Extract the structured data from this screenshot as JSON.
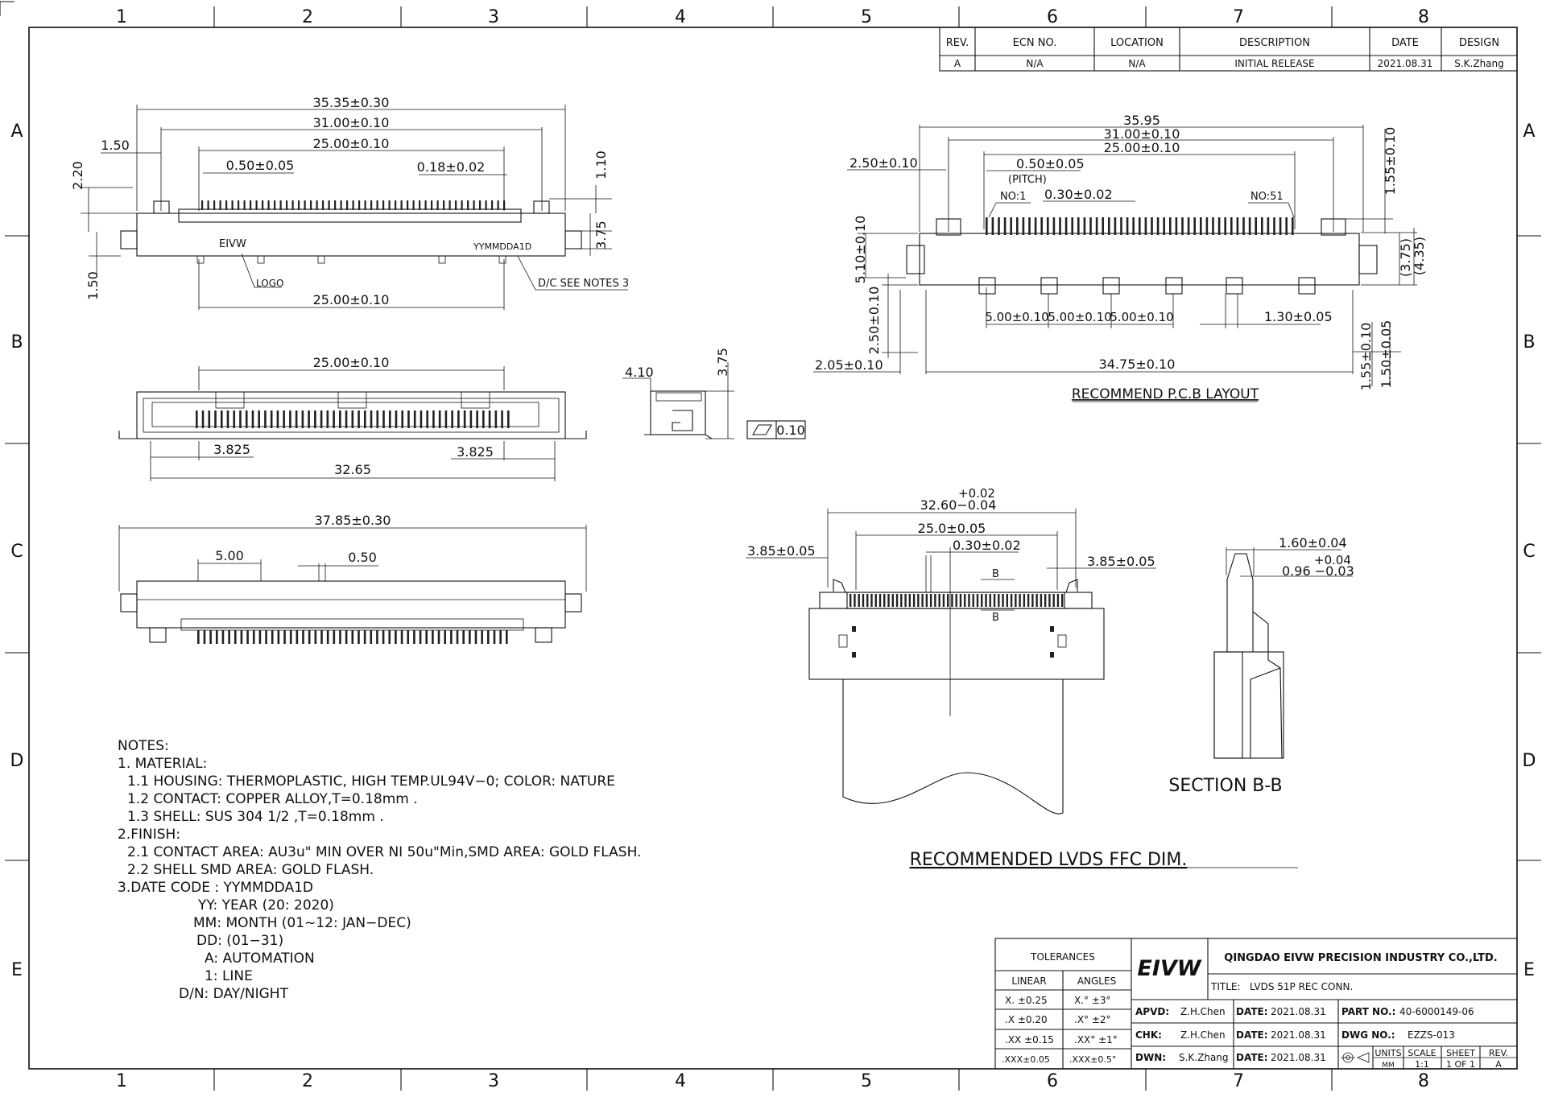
{
  "zones": {
    "columns": [
      "1",
      "2",
      "3",
      "4",
      "5",
      "6",
      "7",
      "8"
    ],
    "rows": [
      "A",
      "B",
      "C",
      "D",
      "E"
    ]
  },
  "revision_table": {
    "headers": [
      "REV.",
      "ECN NO.",
      "LOCATION",
      "DESCRIPTION",
      "DATE",
      "DESIGN"
    ],
    "row": [
      "A",
      "N/A",
      "N/A",
      "INITIAL RELEASE",
      "2021.08.31",
      "S.K.Zhang"
    ]
  },
  "front_view": {
    "d_overall": "35.35±0.30",
    "d_31": "31.00±0.10",
    "d_25_top": "25.00±0.10",
    "d_150_left": "1.50",
    "d_pitch": "0.50±0.05",
    "d_width": "0.18±0.02",
    "d_220": "2.20",
    "d_110": "1.10",
    "d_375": "3.75",
    "d_150_bottom": "1.50",
    "brand_mark": "EIVW",
    "date_code_mark": "YYMMDDA1D",
    "logo_label": "LOGO",
    "dc_note": "D/C SEE NOTES 3",
    "d_25_bottom": "25.00±0.10"
  },
  "top_view": {
    "d_25": "25.00±0.10",
    "d_3825_left": "3.825",
    "d_3825_right": "3.825",
    "d_3265": "32.65"
  },
  "side_view": {
    "d_410": "4.10",
    "d_375": "3.75",
    "flatness": "0.10"
  },
  "bottom_view": {
    "d_overall": "37.85±0.30",
    "d_500": "5.00",
    "d_050": "0.50"
  },
  "pcb_layout": {
    "d_3595": "35.95",
    "d_31": "31.00±0.10",
    "d_25": "25.00±0.10",
    "d_250": "2.50±0.10",
    "d_pitch": "0.50±0.05",
    "pitch_label": "(PITCH)",
    "no1": "NO:1",
    "d_030": "0.30±0.02",
    "no51": "NO:51",
    "d_155_top": "1.55±0.10",
    "d_510": "5.10±0.10",
    "d_375": "(3.75)",
    "d_435": "(4.35)",
    "d_500_a": "5.00±0.10",
    "d_500_b": "5.00±0.10",
    "d_500_c": "5.00±0.10",
    "d_130": "1.30±0.05",
    "d_250_v": "2.50±0.10",
    "d_205": "2.05±0.10",
    "d_3475": "34.75±0.10",
    "d_155_bottom": "1.55±0.10",
    "d_150": "1.50±0.05",
    "title": "RECOMMEND P.C.B LAYOUT"
  },
  "ffc": {
    "tol_plus": "+0.02",
    "d_3260": "32.60−0.04",
    "d_250": "25.0±0.05",
    "d_030": "0.30±0.02",
    "d_385_left": "3.85±0.05",
    "d_385_right": "3.85±0.05",
    "section_mark_top": "B",
    "section_mark_bottom": "B",
    "title": "RECOMMENDED LVDS FFC DIM."
  },
  "section_bb": {
    "d_160": "1.60±0.04",
    "tol_plus": "+0.04",
    "d_096": "0.96 −0.03",
    "title": "SECTION B-B"
  },
  "notes": [
    "NOTES:",
    "1. MATERIAL:",
    "1.1 HOUSING:  THERMOPLASTIC, HIGH TEMP.UL94V−0;  COLOR: NATURE",
    "1.2 CONTACT:  COPPER ALLOY,T=0.18mm .",
    "1.3 SHELL: SUS 304 1/2 ,T=0.18mm .",
    "2.FINISH:",
    "2.1 CONTACT AREA: AU3u\" MIN OVER NI 50u\"Min,SMD AREA: GOLD FLASH.",
    "2.2 SHELL SMD AREA:  GOLD FLASH.",
    "3.DATE CODE :  YYMMDDA1D",
    "YY: YEAR (20:  2020)",
    "MM: MONTH (01~12:  JAN−DEC)",
    "DD: (01−31)",
    "A: AUTOMATION",
    "1: LINE",
    "D/N: DAY/NIGHT"
  ],
  "title_block": {
    "tolerances": "TOLERANCES",
    "linear": "LINEAR",
    "angles": "ANGLES",
    "tol_rows": [
      [
        "X.  ±0.25",
        "X.°  ±3°"
      ],
      [
        ".X  ±0.20",
        ".X°  ±2°"
      ],
      [
        ".XX ±0.15",
        ".XX° ±1°"
      ],
      [
        ".XXX±0.05",
        ".XXX±0.5°"
      ]
    ],
    "logo": "EIVW",
    "company": "QINGDAO EIVW PRECISION INDUSTRY CO.,LTD.",
    "title_label": "TITLE:",
    "title": "LVDS 51P REC CONN.",
    "apvd_label": "APVD:",
    "apvd": "Z.H.Chen",
    "chk_label": "CHK:",
    "chk": "Z.H.Chen",
    "dwn_label": "DWN:",
    "dwn": "S.K.Zhang",
    "date_label": "DATE:",
    "date1": "2021.08.31",
    "date2": "2021.08.31",
    "date3": "2021.08.31",
    "part_label": "PART NO.:",
    "part": "40-6000149-06",
    "dwg_label": "DWG NO.:",
    "dwg": "EZZS-013",
    "units_label": "UNITS",
    "units": "MM",
    "scale_label": "SCALE",
    "scale": "1:1",
    "sheet_label": "SHEET",
    "sheet": "1 OF 1",
    "rev_label": "REV.",
    "rev": "A"
  }
}
